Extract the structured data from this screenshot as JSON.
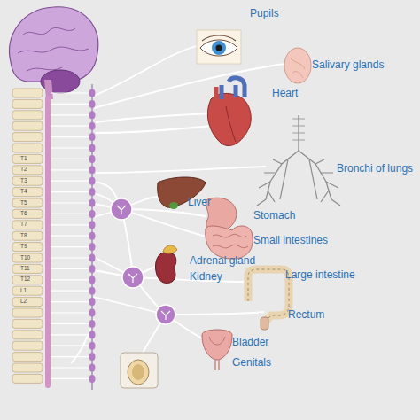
{
  "diagram": {
    "labels": [
      "Pupils",
      "Salivary glands",
      "Heart",
      "Bronchi of lungs",
      "Liver",
      "Stomach",
      "Small intestines",
      "Adrenal gland",
      "Kidney",
      "Large intestine",
      "Rectum",
      "Bladder",
      "Genitals",
      "T1",
      "T2",
      "T3",
      "T4",
      "T5",
      "T6",
      "T7",
      "T8",
      "T9",
      "T10",
      "T11",
      "T12",
      "L1",
      "L2"
    ]
  }
}
